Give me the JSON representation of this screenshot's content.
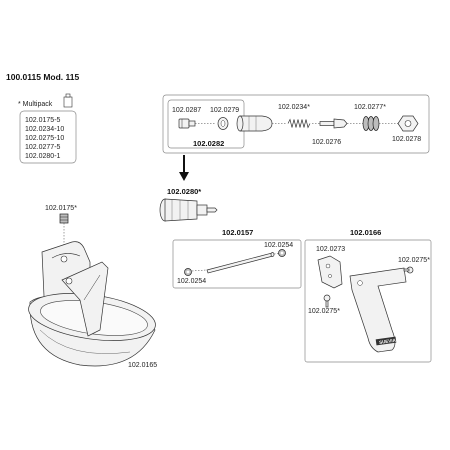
{
  "title": "100.0115 Mod. 115",
  "multipack": {
    "label": "* Multipack",
    "items": [
      "102.0175-5",
      "102.0234-10",
      "102.0275-10",
      "102.0277-5",
      "102.0280-1"
    ]
  },
  "valve_kit": {
    "title": "102.0282",
    "parts": [
      "102.0287",
      "102.0279",
      "102.0234*",
      "102.0276",
      "102.0277*",
      "102.0278"
    ]
  },
  "valve_assembly": "102.0280*",
  "screw": "102.0175*",
  "bowl": "102.0165",
  "pin_kit": {
    "title": "102.0157",
    "parts": [
      "102.0254",
      "102.0254"
    ]
  },
  "bracket_kit": {
    "title": "102.0166",
    "parts": [
      "102.0273",
      "102.0275*",
      "102.0275*"
    ],
    "brand_text": "SUEVIA"
  },
  "colors": {
    "line": "#333333",
    "frame": "#8a8a8a",
    "fill": "#f2f2f2"
  }
}
